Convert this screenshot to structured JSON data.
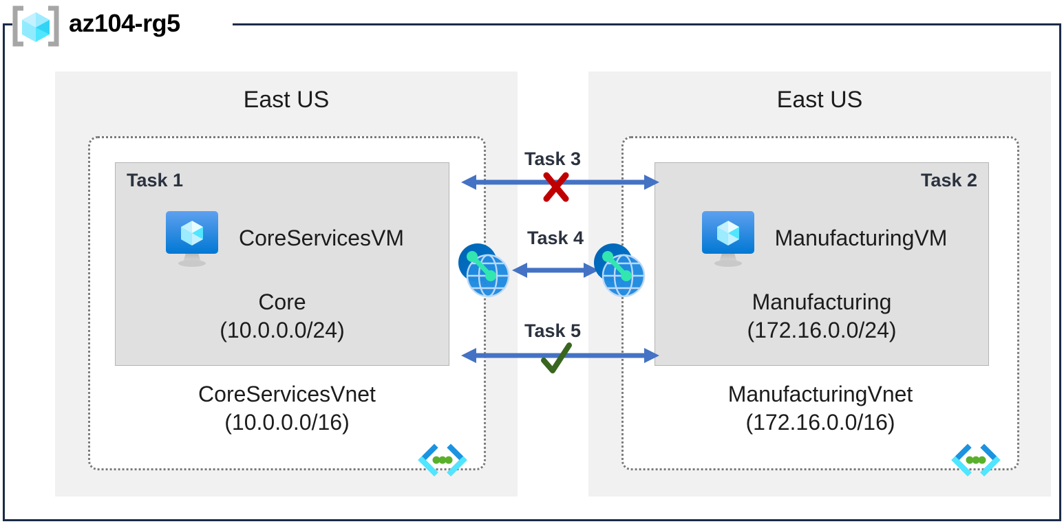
{
  "diagram": {
    "title": "az104-rg5",
    "title_icon": "resource-group-icon",
    "frame_color": "#1b2b47",
    "regions": [
      {
        "label": "East US",
        "vnet": {
          "name": "CoreServicesVnet",
          "cidr": "(10.0.0.0/16)",
          "corner_icon": "virtual-network-icon",
          "subnet": {
            "task": "Task 1",
            "task_align": "left",
            "vm_name": "CoreServicesVM",
            "vm_icon": "virtual-machine-icon",
            "name": "Core",
            "cidr": "(10.0.0.0/24)"
          }
        }
      },
      {
        "label": "East US",
        "vnet": {
          "name": "ManufacturingVnet",
          "cidr": "(172.16.0.0/16)",
          "corner_icon": "virtual-network-icon",
          "subnet": {
            "task": "Task 2",
            "task_align": "right",
            "vm_name": "ManufacturingVM",
            "vm_icon": "virtual-machine-icon",
            "name": "Manufacturing",
            "cidr": "(172.16.0.0/24)"
          }
        }
      }
    ],
    "connectors": [
      {
        "label": "Task 3",
        "status_mark": "cross",
        "mark_color": "#c00000",
        "arrow_color": "#4472c4",
        "direction": "bidirectional"
      },
      {
        "label": "Task 4",
        "status_mark": "none",
        "arrow_color": "#4472c4",
        "direction": "bidirectional",
        "endpoint_icon": "vnet-peering-icon"
      },
      {
        "label": "Task 5",
        "status_mark": "check",
        "mark_color": "#38661f",
        "arrow_color": "#4472c4",
        "direction": "bidirectional"
      }
    ],
    "colors": {
      "region_bg": "#f1f1f1",
      "subnet_bg": "#e0e0e0",
      "vnet_border": "#7a7a7a",
      "arrow": "#4472c4",
      "task_text": "#2b323f",
      "azure_blue": "#0078d4"
    }
  }
}
